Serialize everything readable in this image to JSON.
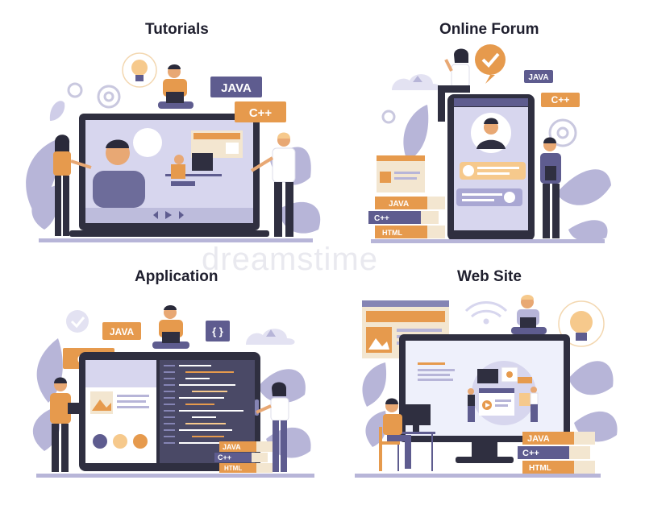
{
  "titles": {
    "tutorials": "Tutorials",
    "online_forum": "Online Forum",
    "application": "Application",
    "web_site": "Web Site"
  },
  "badges": {
    "java": "JAVA",
    "cpp": "C++",
    "html": "HTML",
    "braces": "{ }"
  },
  "watermark": "dreamstime",
  "colors": {
    "purple": "#5e5c8f",
    "lavender": "#b7b5d8",
    "orange": "#e69a4d",
    "light_orange": "#f6c98c",
    "dark": "#2a2a3a",
    "screen_bg": "#eef0fb"
  }
}
